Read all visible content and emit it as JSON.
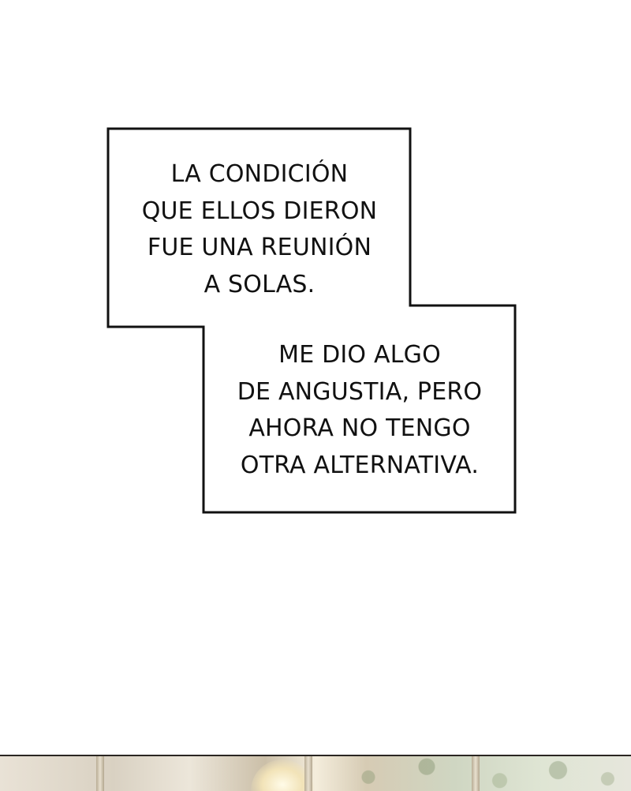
{
  "captions": {
    "first": {
      "line1": "LA CONDICIÓN",
      "line2": "QUE ELLOS DIERON",
      "line3": "FUE UNA REUNIÓN",
      "line4": "A SOLAS."
    },
    "second": {
      "line1": "ME DIO ALGO",
      "line2": "DE ANGUSTIA, PERO",
      "line3": "AHORA NO TENGO",
      "line4": "OTRA ALTERNATIVA."
    }
  },
  "colors": {
    "background": "#ffffff",
    "border": "#111111",
    "text": "#111111"
  }
}
